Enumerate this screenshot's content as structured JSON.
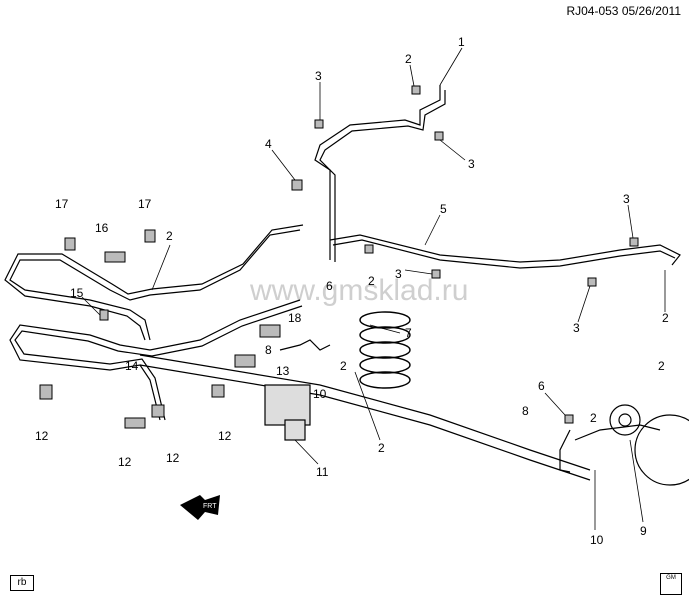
{
  "header": {
    "code": "RJ04-053",
    "date": "05/26/2011"
  },
  "watermark": "www.gmsklad.ru",
  "corner_label": "rb",
  "front_arrow_label": "FRT",
  "logo_text": "GM",
  "callouts": [
    "1",
    "2",
    "3",
    "3",
    "4",
    "5",
    "2",
    "3",
    "3",
    "3",
    "2",
    "17",
    "16",
    "17",
    "2",
    "15",
    "6",
    "2",
    "18",
    "7",
    "8",
    "14",
    "13",
    "10",
    "2",
    "12",
    "12",
    "12",
    "12",
    "11",
    "6",
    "8",
    "2",
    "2",
    "10",
    "9"
  ]
}
